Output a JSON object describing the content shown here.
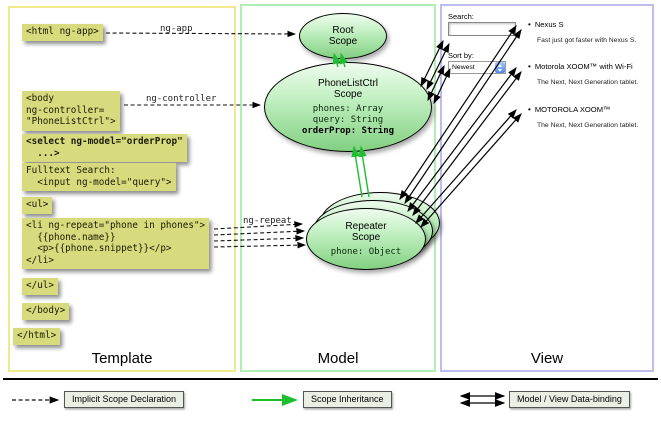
{
  "template_panel": {
    "label": "Template",
    "code": {
      "html_open": "<html ng-app>",
      "body_open": "<body\nng-controller=\n\"PhoneListCtrl\">",
      "select": "<select ng-model=\"orderProp\"\n  ...>",
      "fulltext": "Fulltext Search:\n  <input ng-model=\"query\">",
      "ul_open": "<ul>",
      "li_repeat": "<li ng-repeat=\"phone in phones\">\n  {{phone.name}}\n  <p>{{phone.snippet}}</p>\n</li>",
      "ul_close": "</ul>",
      "body_close": "</body>",
      "html_close": "</html>"
    }
  },
  "model_panel": {
    "label": "Model",
    "root_scope": {
      "title": "Root\nScope"
    },
    "phonelist_scope": {
      "title": "PhoneListCtrl\nScope",
      "props": "phones: Array\nquery: String",
      "bold_prop": "orderProp: String"
    },
    "repeater_scope": {
      "title": "Repeater\nScope",
      "props": "phone: Object"
    }
  },
  "view_panel": {
    "label": "View",
    "search_label": "Search:",
    "sort_label": "Sort by:",
    "sort_value": "Newest",
    "items": [
      {
        "title": "Nexus S",
        "desc": "Fast just got faster with Nexus S."
      },
      {
        "title": "Motorola XOOM™ with Wi-Fi",
        "desc": "The Next, Next Generation tablet."
      },
      {
        "title": "MOTOROLA XOOM™",
        "desc": "The Next, Next Generation tablet."
      }
    ]
  },
  "arrow_labels": {
    "ng_app": "ng-app",
    "ng_controller": "ng-controller",
    "ng_repeat": "ng-repeat"
  },
  "legend": {
    "implicit": "Implicit Scope Declaration",
    "inheritance": "Scope Inheritance",
    "binding": "Model / View Data-binding"
  },
  "colors": {
    "code_box_bg": "#d7da7d",
    "scope_fill_top": "#eefbee",
    "scope_fill_bottom": "#82d082",
    "inheritance_green": "#1dbf2e",
    "template_border": "#f0ea8e",
    "model_border": "#b2eeb2",
    "view_border": "#bcbcee"
  }
}
